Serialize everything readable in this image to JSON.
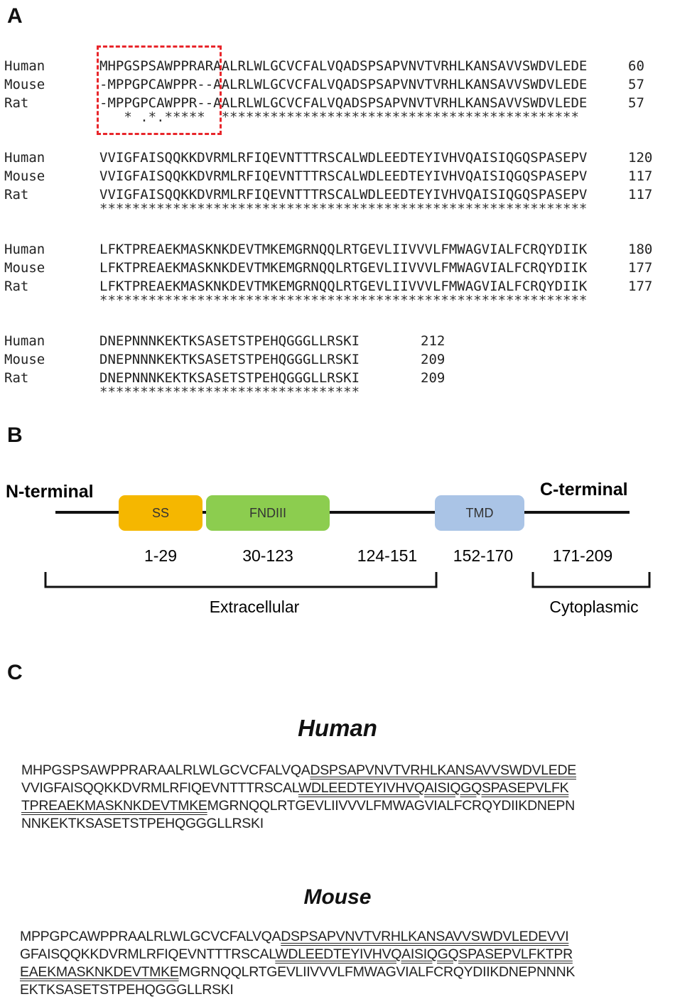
{
  "panels": {
    "A": "A",
    "B": "B",
    "C": "C"
  },
  "alignment": {
    "blocks": [
      {
        "rows": [
          {
            "species": "Human",
            "seq": "MHPGSPSAWPPRARAALRLWLGCVCFALVQADSPSAPVNVTVRHLKANSAVVSWDVLEDE",
            "end": "60"
          },
          {
            "species": "Mouse",
            "seq": "-MPPGPCAWPPR--AALRLWLGCVCFALVQADSPSAPVNVTVRHLKANSAVVSWDVLEDE",
            "end": "57"
          },
          {
            "species": "Rat",
            "seq": "-MPPGPCAWPPR--AALRLWLGCVCFALVQADSPSAPVNVTVRHLKANSAVVSWDVLEDE",
            "end": "57"
          }
        ],
        "consensus": "   * .*.*****  ********************************************"
      },
      {
        "rows": [
          {
            "species": "Human",
            "seq": "VVIGFAISQQKKDVRMLRFIQEVNTTTRSCALWDLEEDTEYIVHVQAISIQGQSPASEPV",
            "end": "120"
          },
          {
            "species": "Mouse",
            "seq": "VVIGFAISQQKKDVRMLRFIQEVNTTTRSCALWDLEEDTEYIVHVQAISIQGQSPASEPV",
            "end": "117"
          },
          {
            "species": "Rat",
            "seq": "VVIGFAISQQKKDVRMLRFIQEVNTTTRSCALWDLEEDTEYIVHVQAISIQGQSPASEPV",
            "end": "117"
          }
        ],
        "consensus": "************************************************************"
      },
      {
        "rows": [
          {
            "species": "Human",
            "seq": "LFKTPREAEKMASKNKDEVTMKEMGRNQQLRTGEVLIIVVVLFMWAGVIALFCRQYDIIK",
            "end": "180"
          },
          {
            "species": "Mouse",
            "seq": "LFKTPREAEKMASKNKDEVTMKEMGRNQQLRTGEVLIIVVVLFMWAGVIALFCRQYDIIK",
            "end": "177"
          },
          {
            "species": "Rat",
            "seq": "LFKTPREAEKMASKNKDEVTMKEMGRNQQLRTGEVLIIVVVLFMWAGVIALFCRQYDIIK",
            "end": "177"
          }
        ],
        "consensus": "************************************************************"
      },
      {
        "rows": [
          {
            "species": "Human",
            "seq": "DNEPNNNKEKTKSASETSTPEHQGGGLLRSKI",
            "end": "212"
          },
          {
            "species": "Mouse",
            "seq": "DNEPNNNKEKTKSASETSTPEHQGGGLLRSKI",
            "end": "209"
          },
          {
            "species": "Rat",
            "seq": "DNEPNNNKEKTKSASETSTPEHQGGGLLRSKI",
            "end": "209"
          }
        ],
        "consensus": "********************************"
      }
    ],
    "highlight_color": "#e8262b"
  },
  "domains": {
    "n_terminal": "N-terminal",
    "c_terminal": "C-terminal",
    "boxes": [
      {
        "label": "SS",
        "color": "#f5b700"
      },
      {
        "label": "FNDIII",
        "color": "#8ccd4f"
      },
      {
        "label": "TMD",
        "color": "#aac4e6"
      }
    ],
    "ranges": [
      "1-29",
      "30-123",
      "124-151",
      "152-170",
      "171-209"
    ],
    "extracellular": "Extracellular",
    "cytoplasmic": "Cytoplasmic"
  },
  "full_sequences": {
    "human": {
      "title": "Human",
      "lines": [
        [
          {
            "t": "MHPGSPSAWPPRARAALRLWLGCVCFALVQA",
            "u": false
          },
          {
            "t": "DSPSAPVNVTVRHLKANSAVVSWDVLEDE",
            "u": true
          }
        ],
        [
          {
            "t": "VVIGFAISQQKKDVRMLRFIQEVNTTTRSCAL",
            "u": false
          },
          {
            "t": "WDLEEDTEYIVHVQAISIQGQSPASEPVLFK",
            "u": true
          }
        ],
        [
          {
            "t": "TPREAEKMASKNKDEVTMKE",
            "u": true
          },
          {
            "t": "MGRNQQLRTGEVLIIVVVLFMWAGVIALFCRQYDIIKDNEPN",
            "u": false
          }
        ],
        [
          {
            "t": "NNKEKTKSASETSTPEHQGGGLLRSKI",
            "u": false
          }
        ]
      ]
    },
    "mouse": {
      "title": "Mouse",
      "lines": [
        [
          {
            "t": "MPPGPCAWPPRAALRLWLGCVCFALVQA",
            "u": false
          },
          {
            "t": "DSPSAPVNVTVRHLKANSAVVSWDVLEDEVVI",
            "u": true
          }
        ],
        [
          {
            "t": "GFAISQQKKDVRMLRFIQEVNTTTRSCAL",
            "u": false
          },
          {
            "t": "WDLEEDTEYIVHVQAISIQGQSPASEPVLFKTPR",
            "u": true
          }
        ],
        [
          {
            "t": "EAEKMASKNKDEVTMKE",
            "u": true
          },
          {
            "t": "MGRNQQLRTGEVLIIVVVLFMWAGVIALFCRQYDIIKDNEPNNNK",
            "u": false
          }
        ],
        [
          {
            "t": "EKTKSASETSTPEHQGGGLLRSKI",
            "u": false
          }
        ]
      ]
    }
  }
}
